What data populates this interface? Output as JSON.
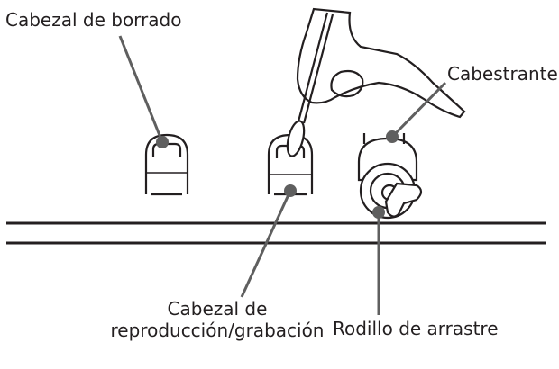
{
  "labels": {
    "erase_head": "Cabezal de borrado",
    "capstan": "Cabestrante",
    "pinch_roller": "Rodillo de arrastre",
    "rec_play_head_line1": "Cabezal de",
    "rec_play_head_line2": "reproducción/grabación"
  },
  "colors": {
    "stroke": "#231f20",
    "leader": "#5f5f5f",
    "fill": "#ffffff"
  }
}
